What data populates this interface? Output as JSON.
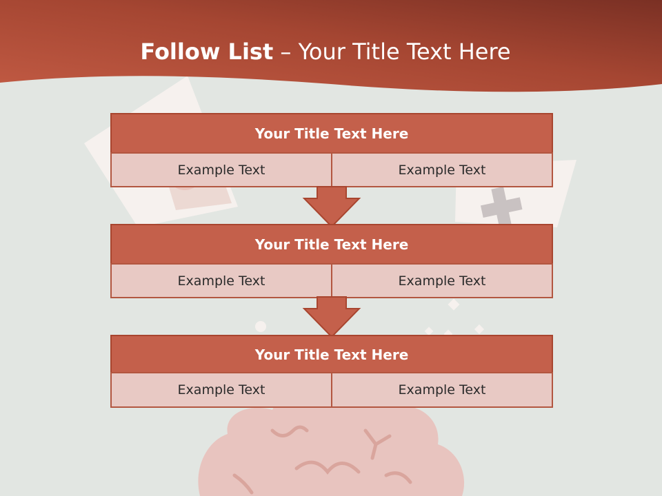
{
  "slide": {
    "title_bold": "Follow List",
    "title_rest": "  – Your Title Text Here"
  },
  "blocks": [
    {
      "title": "Your Title Text Here",
      "left_text": "Example Text",
      "right_text": "Example Text"
    },
    {
      "title": "Your Title Text Here",
      "left_text": "Example Text",
      "right_text": "Example Text"
    },
    {
      "title": "Your Title Text Here",
      "left_text": "Example Text",
      "right_text": "Example Text"
    }
  ],
  "colors": {
    "header_band": "#a94a36",
    "block_header": "#c4604b",
    "block_cell": "#e8c9c4",
    "background": "#e2e6e2"
  },
  "icons": [
    "down-arrow-icon",
    "down-arrow-icon"
  ]
}
